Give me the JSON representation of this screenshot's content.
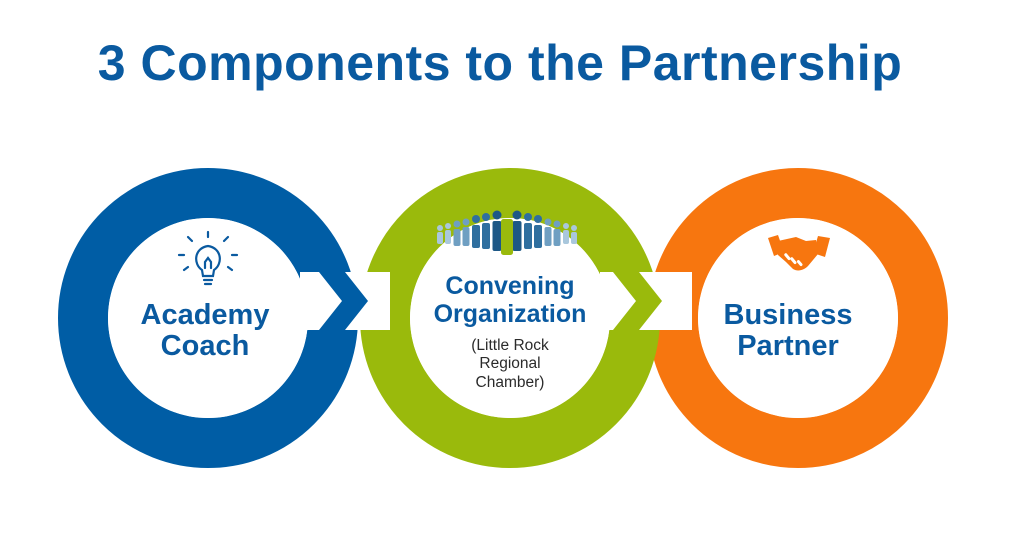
{
  "title": "3 Components to the Partnership",
  "colors": {
    "blue": "#005da5",
    "green": "#9aba0c",
    "orange": "#f7760f",
    "text_blue": "#0a5aa0"
  },
  "components": [
    {
      "line1": "Academy",
      "line2": "Coach",
      "icon": "lightbulb-icon",
      "color": "blue"
    },
    {
      "line1": "Convening",
      "line2": "Organization",
      "sub1": "(Little Rock",
      "sub2": "Regional",
      "sub3": "Chamber)",
      "icon": "crowd-icon",
      "color": "green"
    },
    {
      "line1": "Business",
      "line2": "Partner",
      "icon": "handshake-icon",
      "color": "orange"
    }
  ]
}
